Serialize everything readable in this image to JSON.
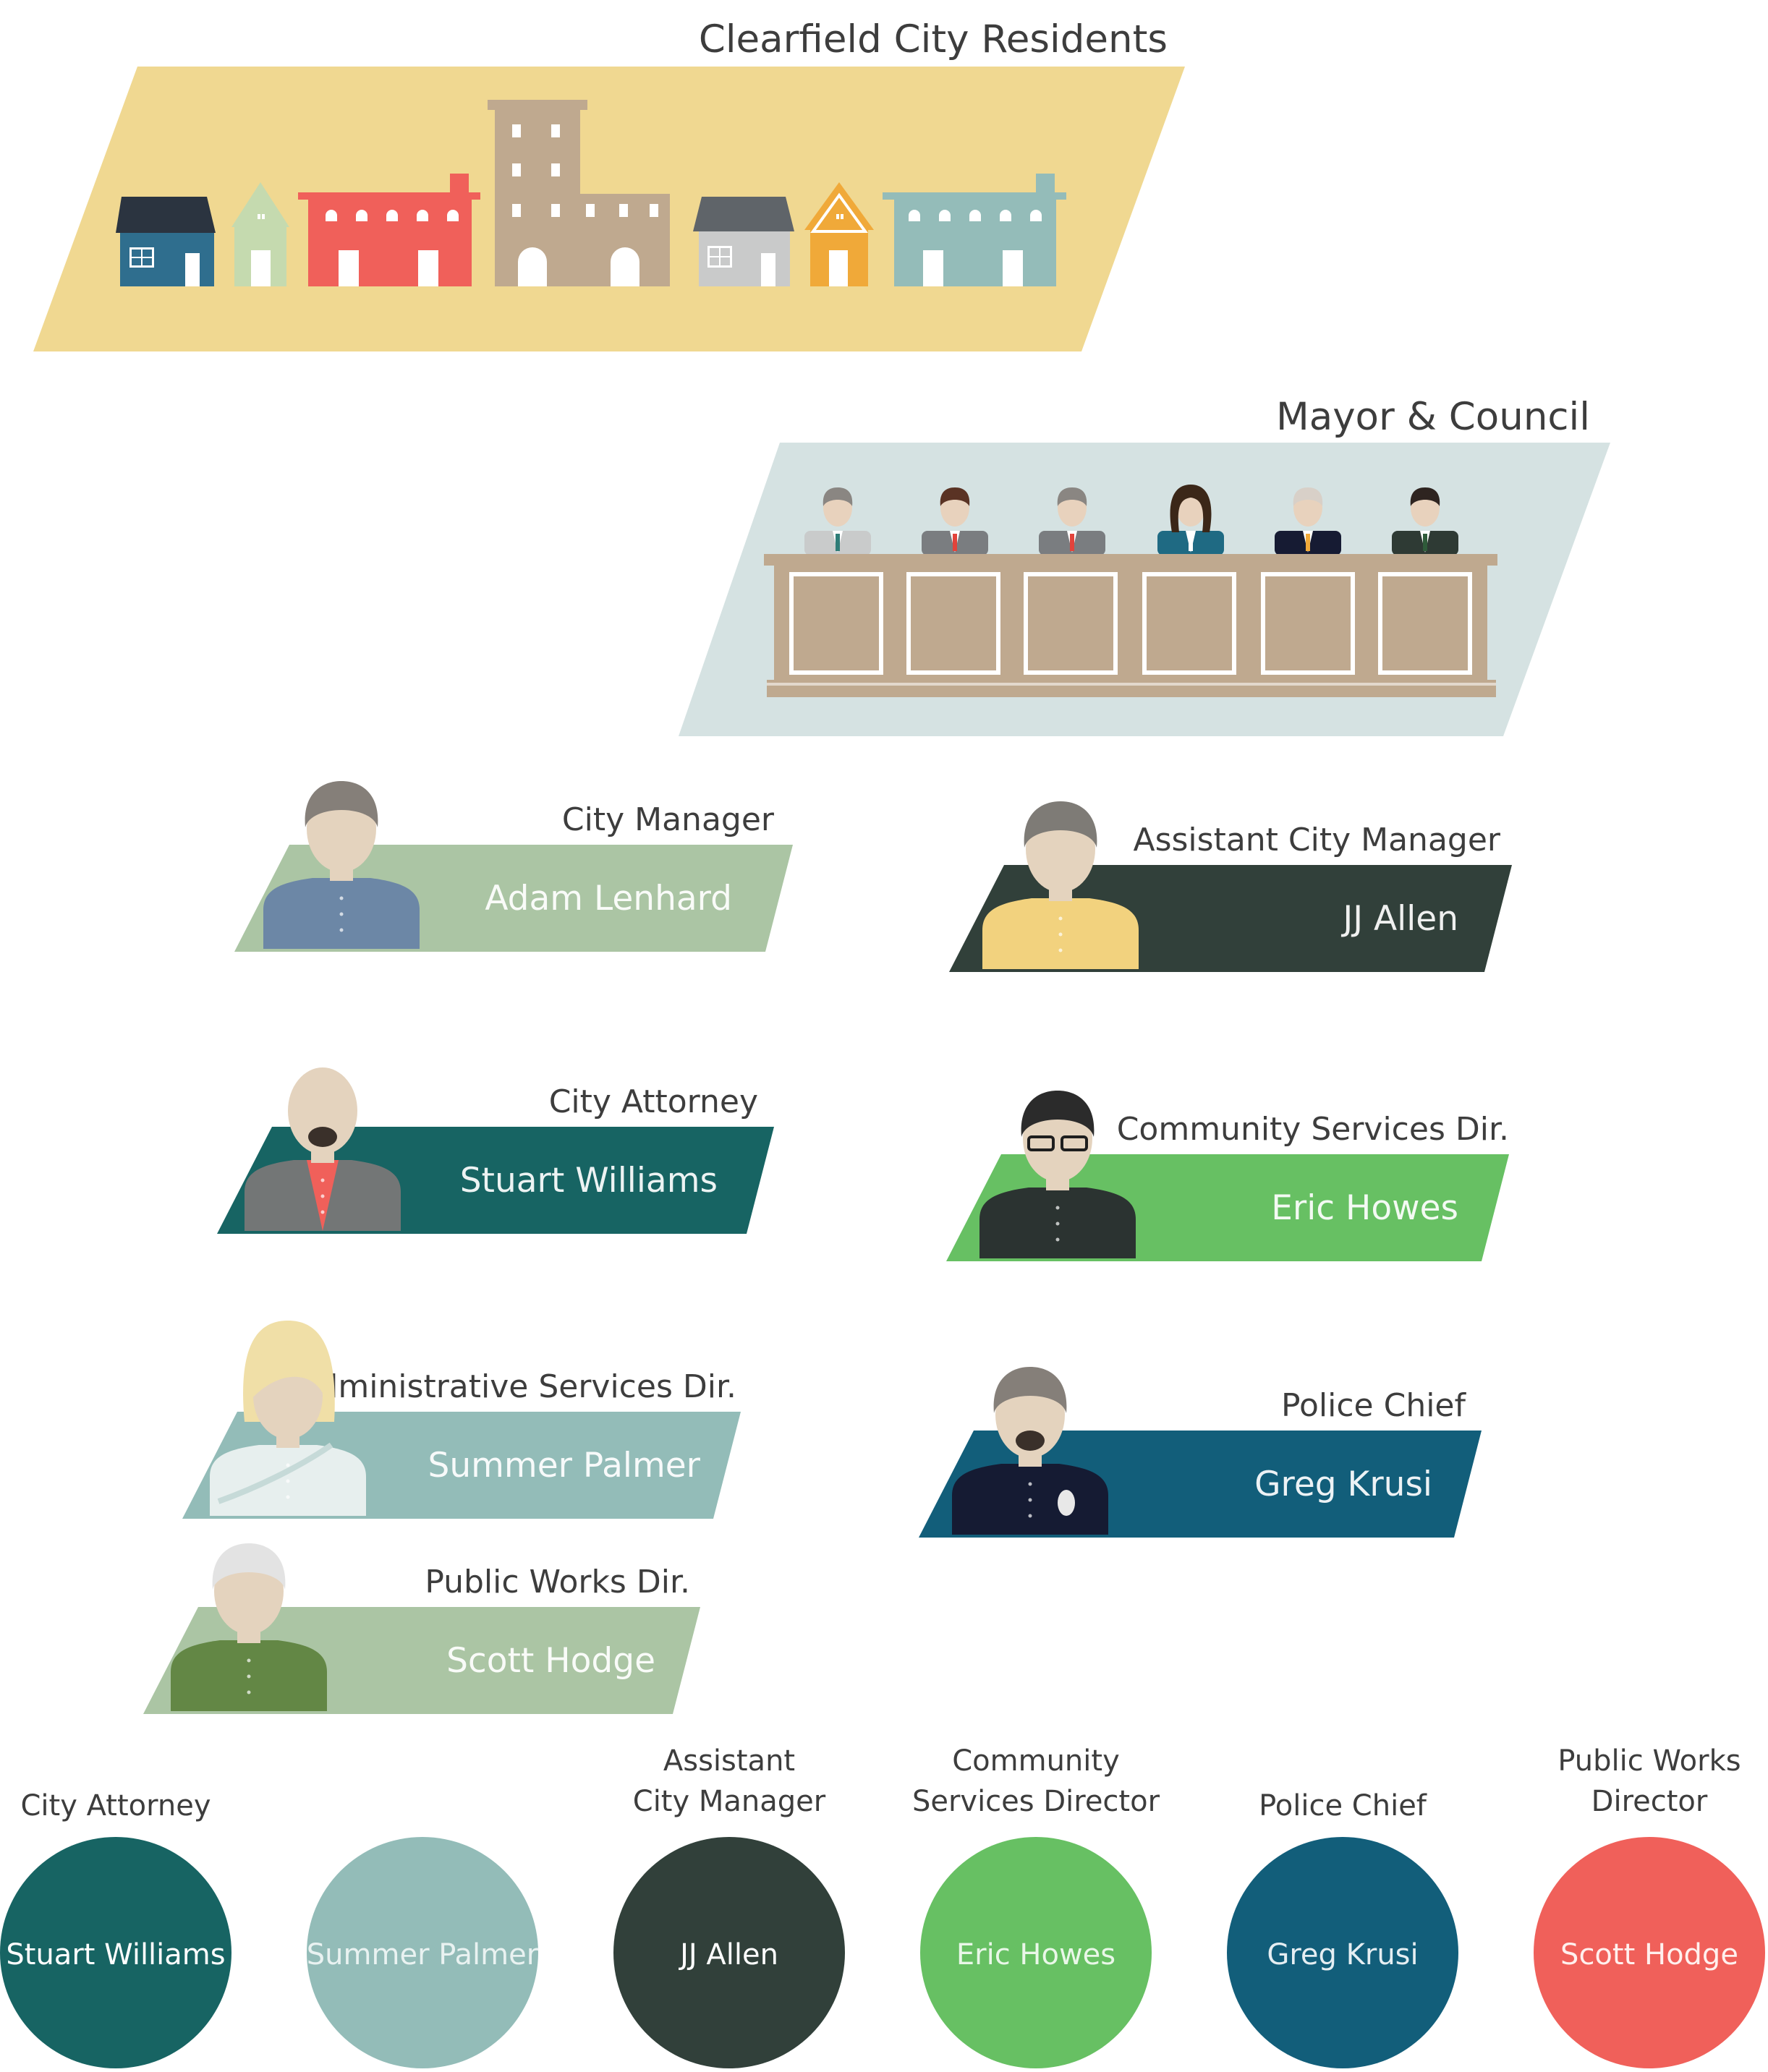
{
  "residents": {
    "title": "Clearfield City Residents",
    "colors": {
      "band": "#F0D891",
      "navy": "#2B3440",
      "blue": "#2F6E8E",
      "sage": "#C5DAAF",
      "red": "#F0605A",
      "tan": "#BFA98F",
      "gray_roof": "#5F6469",
      "gray_wall": "#C9CACA",
      "orange": "#F0A939",
      "teal": "#94BCB9"
    }
  },
  "council": {
    "title": "Mayor & Council",
    "member_count": 6,
    "colors": {
      "band": "#D5E2E2",
      "desk": "#BFA98F"
    }
  },
  "staff_cards": [
    {
      "role": "City Manager",
      "name": "Adam Lenhard",
      "color": "#ABC5A4",
      "shirt": "#6C87A6",
      "hair": "#857F79"
    },
    {
      "role": "Assistant City Manager",
      "name": "JJ Allen",
      "color": "#31403A",
      "shirt": "#F2D27E",
      "hair": "#7E7B76"
    },
    {
      "role": "City Attorney",
      "name": "Stuart Williams",
      "color": "#176463",
      "shirt": "#737676",
      "hair": "#E7D3BD"
    },
    {
      "role": "Community Services Dir.",
      "name": "Eric Howes",
      "color": "#67C063",
      "shirt": "#2B3331",
      "hair": "#2B2B2B"
    },
    {
      "role": "Administrative Services Dir.",
      "name": "Summer Palmer",
      "color": "#93BCB8",
      "shirt": "#E7EFEE",
      "hair": "#F0DFA7"
    },
    {
      "role": "Police Chief",
      "name": "Greg Krusi",
      "color": "#125E7A",
      "shirt": "#151B33",
      "hair": "#857F79"
    },
    {
      "role": "Public Works Dir.",
      "name": "Scott Hodge",
      "color": "#ABC5A4",
      "shirt": "#638745",
      "hair": "#E3E3E3"
    }
  ],
  "circles": [
    {
      "role_line1": "",
      "role_line2": "City Attorney",
      "name": "Stuart Williams",
      "color": "#176463",
      "name_color": "#ffffff"
    },
    {
      "role_line1": "",
      "role_line2": "",
      "name": "Summer Palmer",
      "color": "#93BCB8",
      "name_color": "#E9F2F1"
    },
    {
      "role_line1": "Assistant",
      "role_line2": "City Manager",
      "name": "JJ Allen",
      "color": "#31403A",
      "name_color": "#ffffff"
    },
    {
      "role_line1": "Community",
      "role_line2": "Services Director",
      "name": "Eric Howes",
      "color": "#67C063",
      "name_color": "#E9F7E8"
    },
    {
      "role_line1": "",
      "role_line2": "Police Chief",
      "name": "Greg Krusi",
      "color": "#125E7A",
      "name_color": "#E5EEF2"
    },
    {
      "role_line1": "Public Works",
      "role_line2": "Director",
      "name": "Scott Hodge",
      "color": "#F0605A",
      "name_color": "#FFF0EE"
    }
  ]
}
